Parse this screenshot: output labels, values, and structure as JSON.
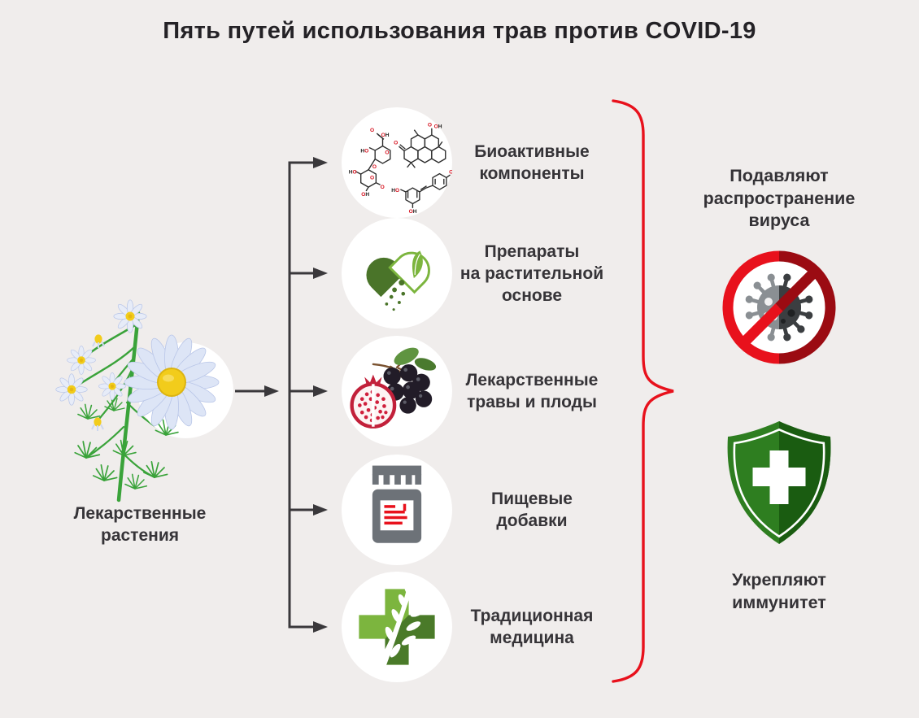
{
  "title": "Пять путей использования трав против COVID-19",
  "plant": {
    "icon": "chamomile-plant-icon",
    "label_lines": [
      "Лекарственные",
      "растения"
    ]
  },
  "pathways": [
    {
      "icon": "molecule-icon",
      "label_lines": [
        "Биоактивные",
        "компоненты"
      ]
    },
    {
      "icon": "herbal-capsule-icon",
      "label_lines": [
        "Препараты",
        "на растительной",
        "основе"
      ]
    },
    {
      "icon": "pomegranate-berries-icon",
      "label_lines": [
        "Лекарственные",
        "травы и плоды"
      ]
    },
    {
      "icon": "supplement-jar-icon",
      "label_lines": [
        "Пищевые",
        "добавки"
      ]
    },
    {
      "icon": "cross-branch-icon",
      "label_lines": [
        "Традиционная",
        "медицина"
      ]
    }
  ],
  "outcomes": [
    {
      "icon": "no-virus-icon",
      "label_lines": [
        "Подавляют",
        "распространение",
        "вируса"
      ]
    },
    {
      "icon": "immunity-shield-icon",
      "label_lines": [
        "Укрепляют",
        "иммунитет"
      ]
    }
  ],
  "colors": {
    "background": "#f0edec",
    "text": "#343236",
    "arrow": "#3a383b",
    "accent_red": "#e8111c",
    "dark_red": "#9b0b12",
    "green_light": "#7cb53e",
    "green_dark": "#4a7429",
    "shield_green": "#2e7e20",
    "shield_green_dark": "#1a5c11",
    "virus_gray": "#8a8f93",
    "virus_dark": "#3b3e41"
  }
}
